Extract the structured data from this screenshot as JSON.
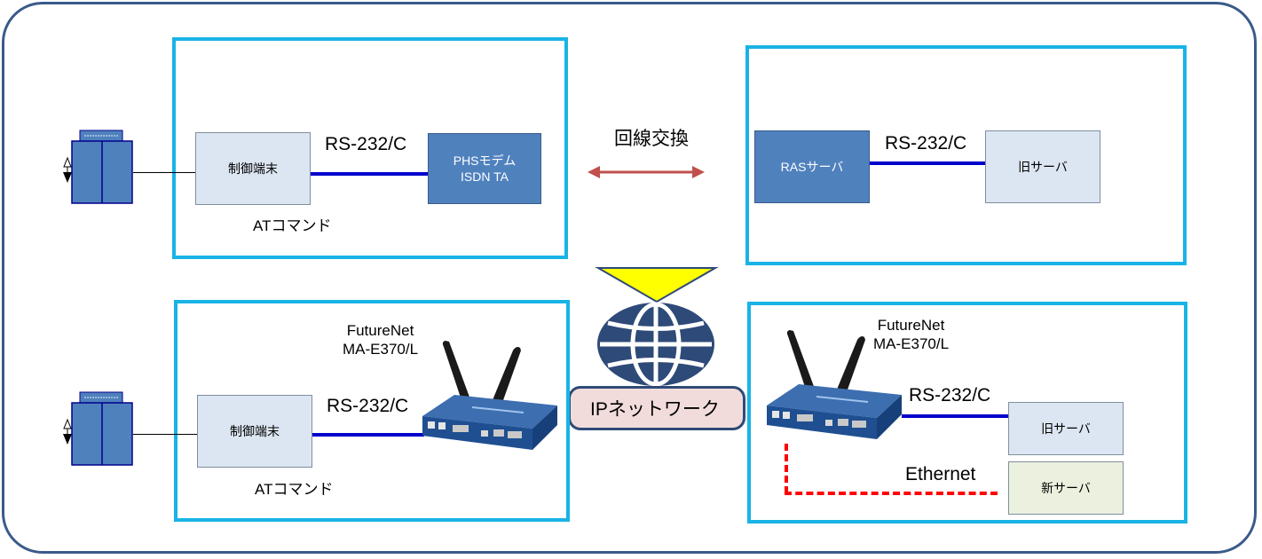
{
  "labels": {
    "rs232c": "RS-232/C",
    "at_command": "ATコマンド",
    "line_switching": "回線交換",
    "futurenet_line1": "FutureNet",
    "futurenet_line2": "MA-E370/L",
    "ip_network": "IPネットワーク",
    "ethernet": "Ethernet"
  },
  "boxes": {
    "control_terminal": "制御端末",
    "phs_modem_line1": "PHSモデム",
    "phs_modem_line2": "ISDN TA",
    "ras_server": "RASサーバ",
    "old_server": "旧サーバ",
    "new_server": "新サーバ"
  },
  "colors": {
    "panel_border": "#19b3e6",
    "outer_border": "#3a5a8a",
    "serial_line": "#0000cc",
    "ethernet_line": "#ff0000",
    "switch_arrow": "#c0504d",
    "migration_arrow": "#ffff00",
    "globe": "#2e4a78",
    "pipe_fill": "#f2dcdb"
  },
  "icons": [
    "plc-device-icon",
    "router-icon",
    "globe-icon",
    "migration-arrow-icon",
    "double-arrow-icon"
  ]
}
